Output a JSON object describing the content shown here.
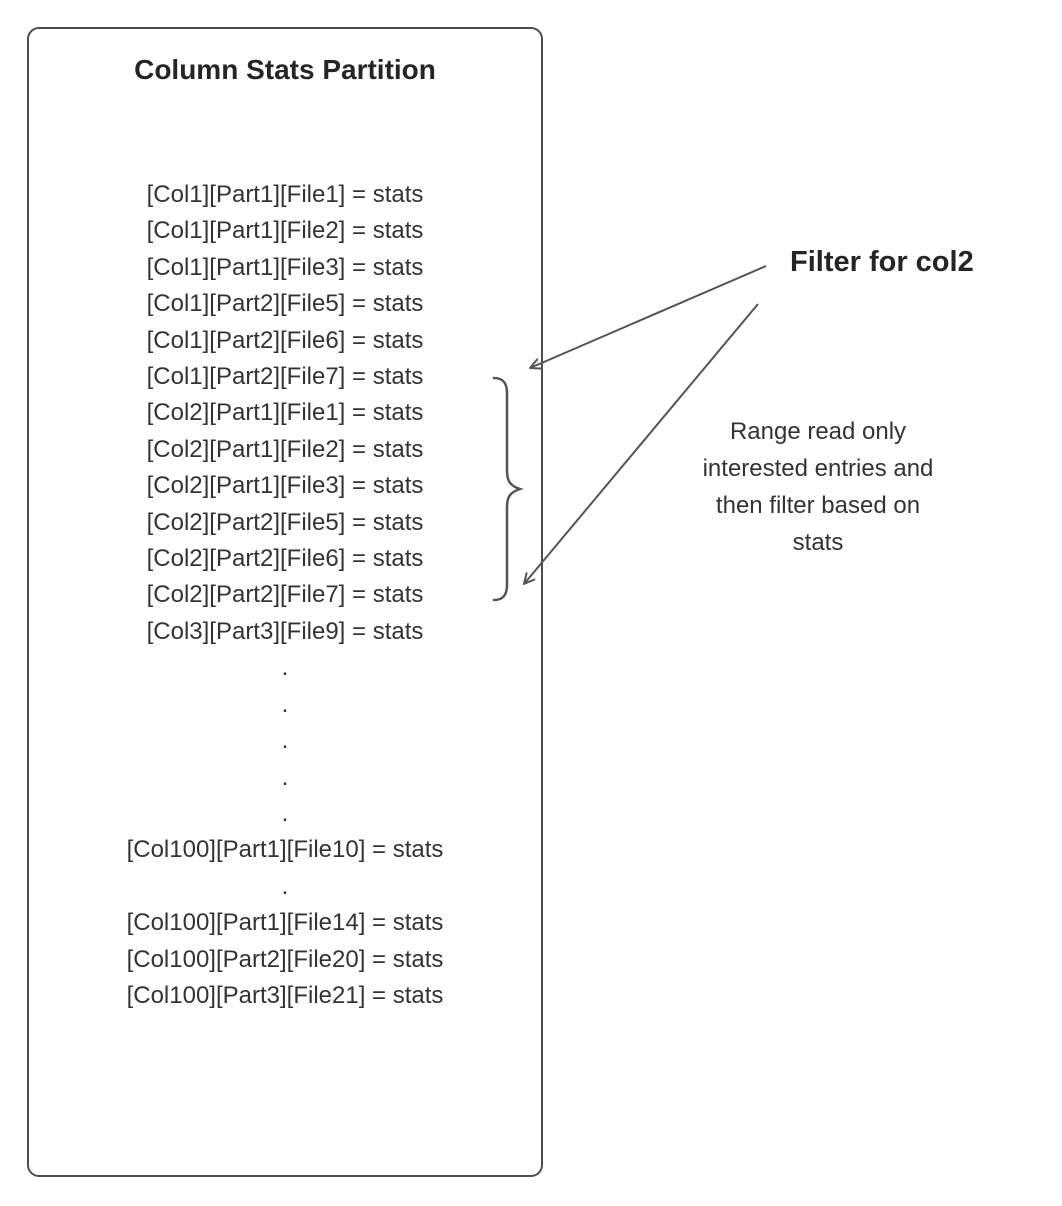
{
  "diagram": {
    "title": "Column Stats Partition",
    "lines": [
      "[Col1][Part1][File1] = stats",
      "[Col1][Part1][File2] = stats",
      "[Col1][Part1][File3] = stats",
      "[Col1][Part2][File5] = stats",
      "[Col1][Part2][File6] = stats",
      "[Col1][Part2][File7] = stats",
      "[Col2][Part1][File1] = stats",
      "[Col2][Part1][File2] = stats",
      "[Col2][Part1][File3] = stats",
      "[Col2][Part2][File5] = stats",
      "[Col2][Part2][File6] = stats",
      "[Col2][Part2][File7] = stats",
      "[Col3][Part3][File9] = stats",
      ".",
      ".",
      ".",
      ".",
      ".",
      "[Col100][Part1][File10] = stats",
      ".",
      "[Col100][Part1][File14] = stats",
      "[Col100][Part2][File20] = stats",
      "[Col100][Part3][File21] = stats"
    ],
    "annotations": {
      "filter_heading": "Filter for col2",
      "range_note_lines": [
        "Range read only",
        "interested entries and",
        "then filter based on",
        "stats"
      ]
    },
    "colors": {
      "text": "#333333",
      "border": "#4d4d4d",
      "arrow": "#545454"
    }
  }
}
